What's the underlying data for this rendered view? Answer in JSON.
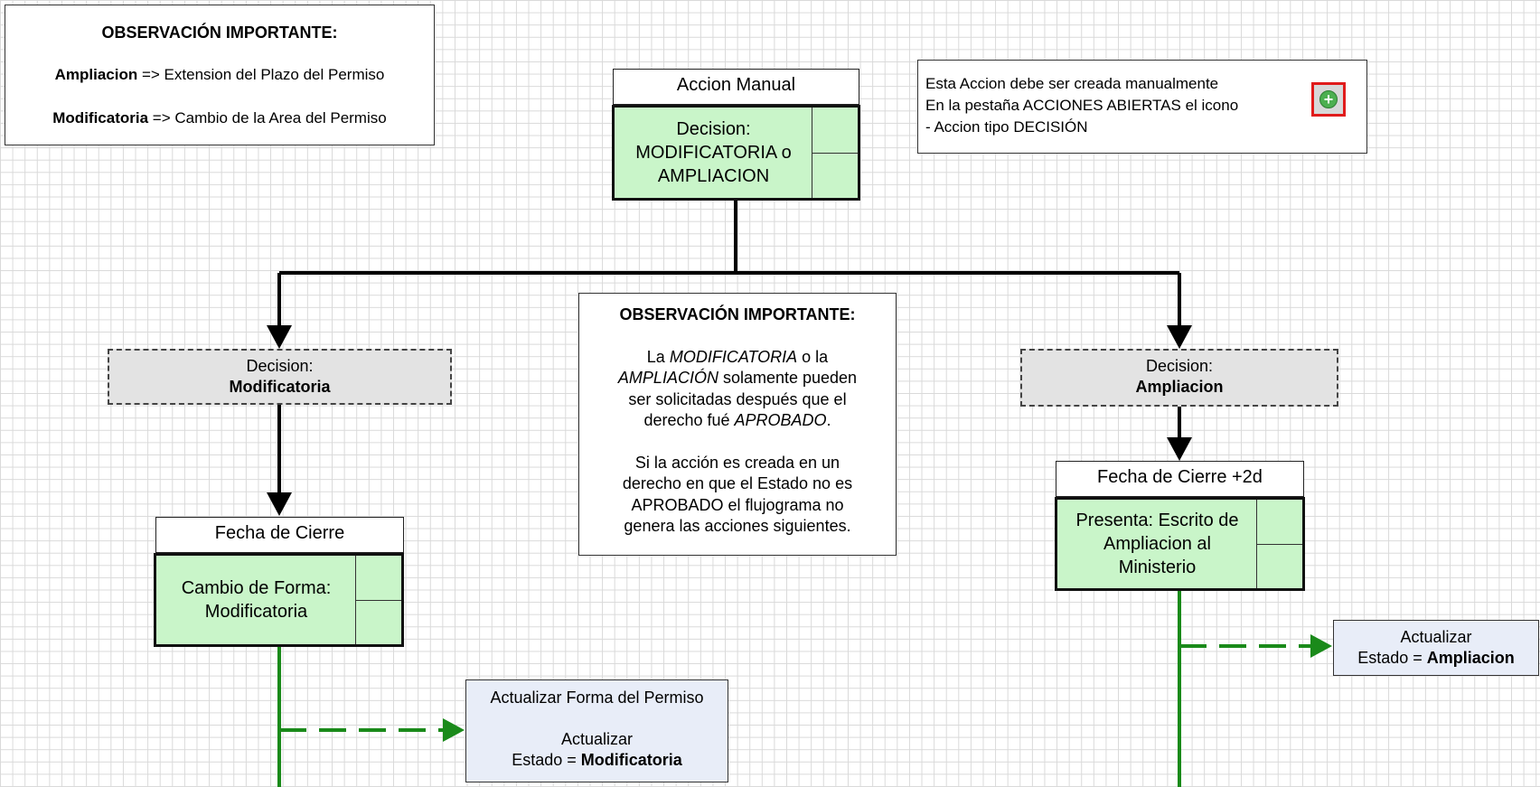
{
  "obs_top": {
    "title": "OBSERVACIÓN IMPORTANTE:",
    "line1_term": "Ampliacion",
    "line1_rest": " => Extension del Plazo del Permiso",
    "line2_term": "Modificatoria",
    "line2_rest": " => Cambio de la Area del Permiso"
  },
  "manual_action": {
    "header": "Accion Manual",
    "l1": "Decision:",
    "l2": "MODIFICATORIA o",
    "l3": "AMPLIACION"
  },
  "info_note": {
    "l1": "Esta Accion debe ser creada manualmente",
    "l2": "En la pestaña ACCIONES ABIERTAS el icono",
    "l3": "- Accion tipo DECISIÓN",
    "icon": "add-circle-icon"
  },
  "decision_left": {
    "label": "Decision:",
    "value": "Modificatoria"
  },
  "decision_right": {
    "label": "Decision:",
    "value": "Ampliacion"
  },
  "obs_center": {
    "title": "OBSERVACIÓN IMPORTANTE:",
    "p1_a": "La ",
    "p1_b": "MODIFICATORIA",
    "p1_c": " o la",
    "p1_d": "AMPLIACIÓN",
    "p1_e": " solamente pueden",
    "p1_f": "ser solicitadas después que el",
    "p1_g": "derecho fué ",
    "p1_h": "APROBADO",
    "p1_i": ".",
    "p2_1": "Si la acción es creada en un",
    "p2_2": "derecho en que el Estado no es",
    "p2_3": "APROBADO el flujograma no",
    "p2_4": "genera las acciones siguientes."
  },
  "left_action": {
    "header": "Fecha de Cierre",
    "l1": "Cambio de Forma:",
    "l2": "Modificatoria"
  },
  "right_action": {
    "header": "Fecha de Cierre +2d",
    "l1": "Presenta: Escrito de",
    "l2": "Ampliacion al",
    "l3": "Ministerio"
  },
  "left_update": {
    "l1": "Actualizar Forma del Permiso",
    "l2": "Actualizar",
    "l3_a": "Estado = ",
    "l3_b": "Modificatoria"
  },
  "right_update": {
    "l1": "Actualizar",
    "l2_a": "Estado = ",
    "l2_b": "Ampliacion"
  },
  "colors": {
    "action_fill": "#c9f5c9",
    "decision_fill": "#e3e3e3",
    "update_fill": "#e8edf8",
    "flow_green": "#1a8a1a",
    "icon_border": "#e01b1b"
  }
}
